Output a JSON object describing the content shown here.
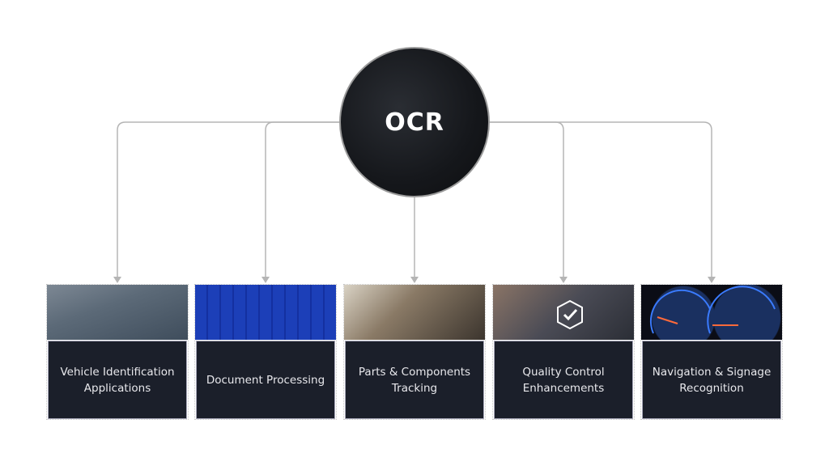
{
  "hub": {
    "title": "OCR"
  },
  "cards": [
    {
      "label": "Vehicle Identification Applications",
      "image": "smart-traffic-vehicles"
    },
    {
      "label": "Document Processing",
      "image": "digital-documents"
    },
    {
      "label": "Parts & Components Tracking",
      "image": "car-engine-parts"
    },
    {
      "label": "Quality Control Enhancements",
      "image": "quality-check-icons"
    },
    {
      "label": "Navigation & Signage Recognition",
      "image": "speedometer-dashboard"
    }
  ],
  "colors": {
    "card_bg": "#1b1f2a",
    "connector": "#b5b5b5",
    "hub_bg": "#15171b"
  }
}
